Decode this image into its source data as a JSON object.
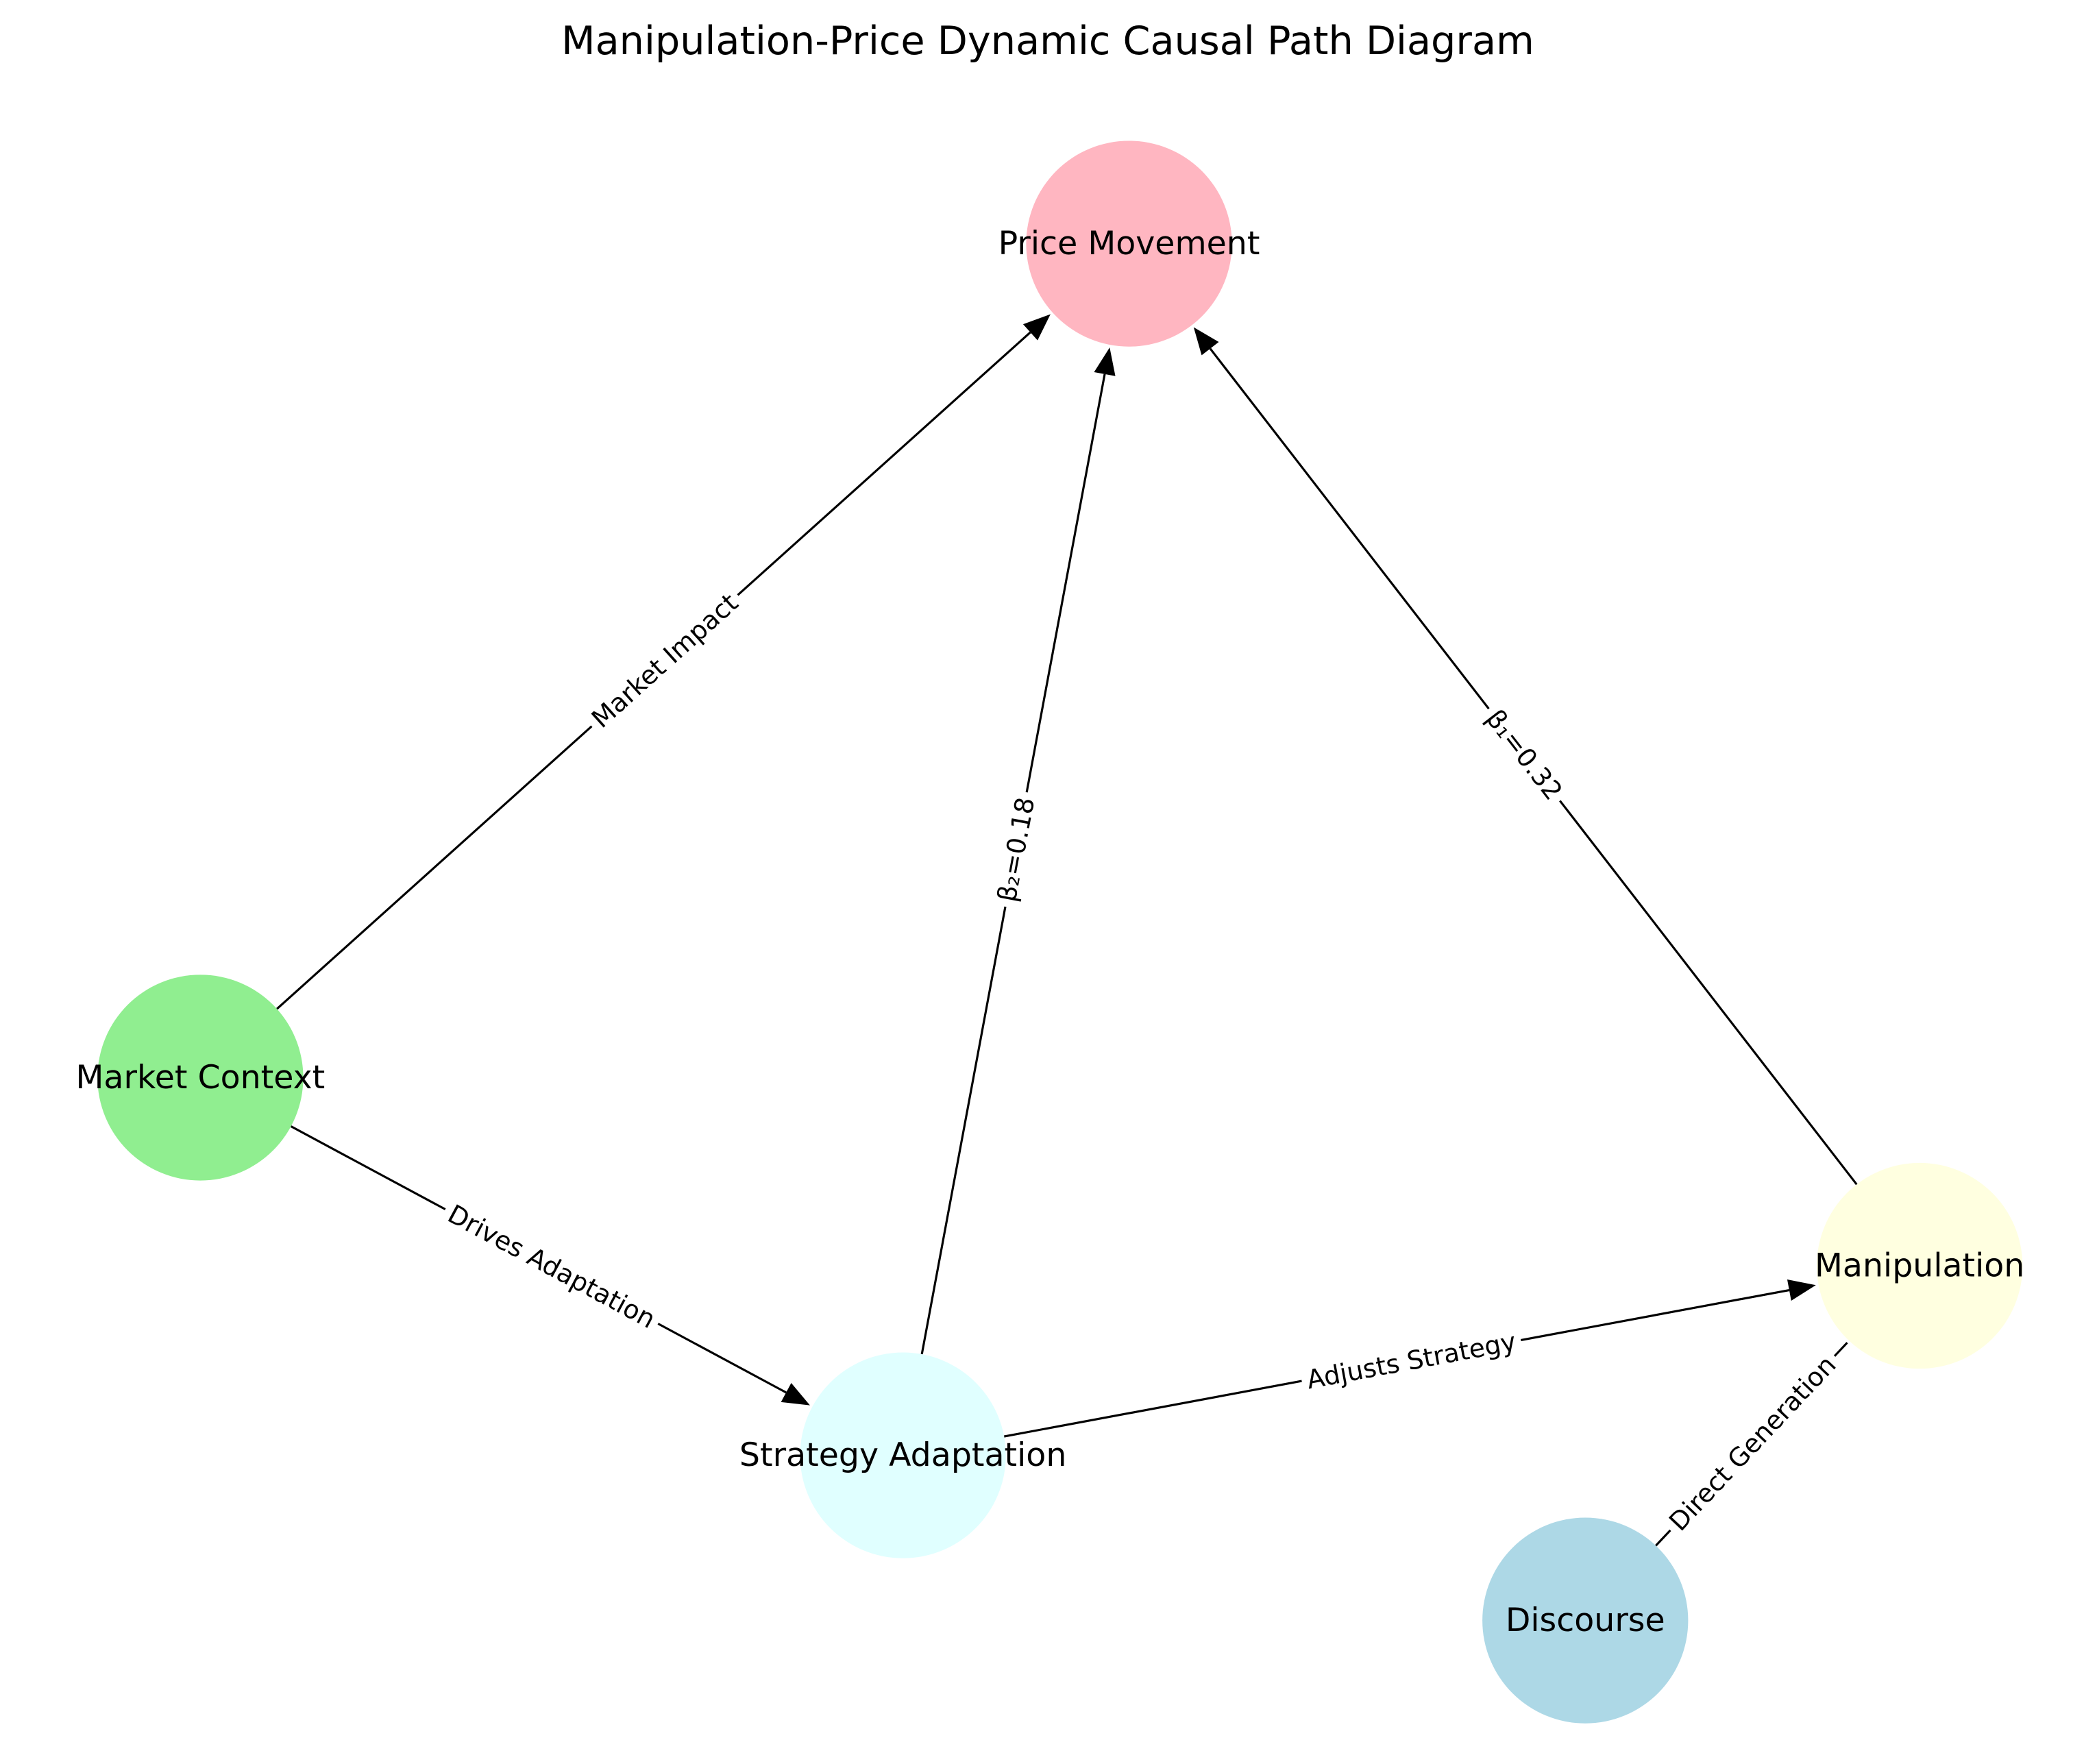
{
  "title": "Manipulation-Price Dynamic Causal Path Diagram",
  "nodes": [
    {
      "id": "price",
      "label": "Price Movement",
      "color": "#ffb6c1"
    },
    {
      "id": "context",
      "label": "Market Context",
      "color": "#90ee90"
    },
    {
      "id": "strategy",
      "label": "Strategy Adaptation",
      "color": "#e0ffff"
    },
    {
      "id": "manipulation",
      "label": "Manipulation",
      "color": "#ffffe0"
    },
    {
      "id": "discourse",
      "label": "Discourse",
      "color": "#add8e6"
    }
  ],
  "edges": [
    {
      "from": "context",
      "to": "price",
      "label": "Market Impact",
      "arrow": true
    },
    {
      "from": "strategy",
      "to": "price",
      "label": "β₂=0.18",
      "arrow": true
    },
    {
      "from": "manipulation",
      "to": "price",
      "label": "β₁=0.32",
      "arrow": true
    },
    {
      "from": "context",
      "to": "strategy",
      "label": "Drives Adaptation",
      "arrow": true
    },
    {
      "from": "strategy",
      "to": "manipulation",
      "label": "Adjusts Strategy",
      "arrow": true
    },
    {
      "from": "discourse",
      "to": "manipulation",
      "label": "Direct Generation",
      "arrow": false
    }
  ]
}
